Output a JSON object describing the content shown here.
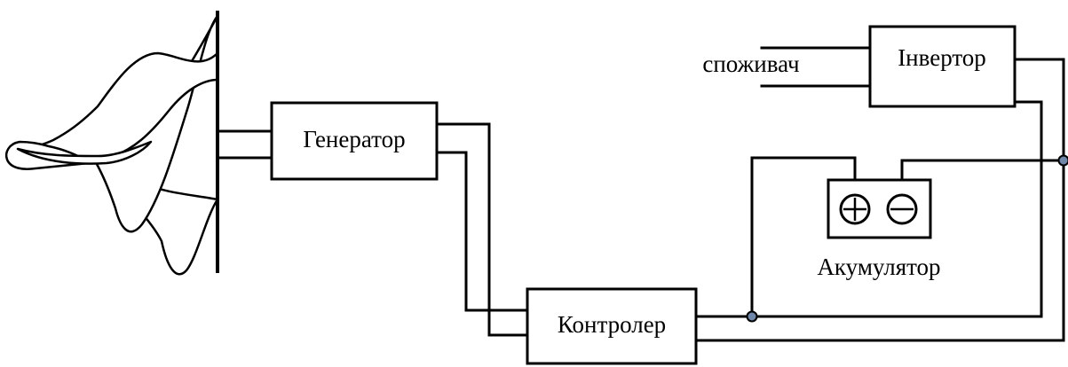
{
  "diagram": {
    "blocks": {
      "generator": "Генератор",
      "controller": "Контролер",
      "inverter": "Інвертор",
      "consumer": "споживач",
      "battery": "Акумулятор"
    },
    "battery_terminals": {
      "positive": "plus-terminal-icon",
      "negative": "minus-terminal-icon"
    },
    "colors": {
      "line": "#000000",
      "junction": "#6f87a8",
      "background": "#ffffff"
    }
  }
}
